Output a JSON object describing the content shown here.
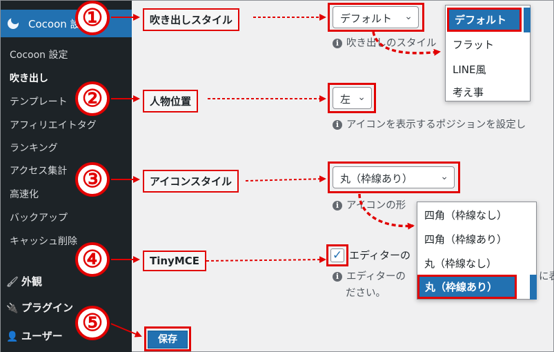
{
  "sidebar": {
    "top_label": "Cocoon 設定",
    "sub_items": [
      "Cocoon 設定",
      "吹き出し",
      "テンプレート",
      "アフィリエイトタグ",
      "ランキング",
      "アクセス集計",
      "高速化",
      "バックアップ",
      "キャッシュ削除"
    ],
    "bottom_items": [
      {
        "label": "外観",
        "icon": "paintbrush-icon"
      },
      {
        "label": "プラグイン",
        "icon": "plugin-icon"
      },
      {
        "label": "ユーザー",
        "icon": "user-icon"
      }
    ]
  },
  "settings": {
    "balloon_style": {
      "label": "吹き出しスタイル",
      "value": "デフォルト",
      "help": "吹き出しのスタイル",
      "options": [
        "デフォルト",
        "フラット",
        "LINE風",
        "考え事"
      ]
    },
    "person_position": {
      "label": "人物位置",
      "value": "左",
      "help": "アイコンを表示するポジションを設定し"
    },
    "icon_style": {
      "label": "アイコンスタイル",
      "value": "丸（枠線あり）",
      "help": "アイコンの形",
      "options": [
        "四角（枠線なし）",
        "四角（枠線あり）",
        "丸（枠線なし）",
        "丸（枠線あり）"
      ]
    },
    "tinymce": {
      "label": "TinyMCE",
      "checkbox_label": "エディターの",
      "checked": true,
      "help_line1": "エディターの",
      "help_line1_tail": "に表",
      "help_line2": "ださい。"
    },
    "save_label": "保存"
  },
  "annotations": {
    "numbers": [
      "①",
      "②",
      "③",
      "④",
      "⑤"
    ],
    "accent_color": "#e10000"
  }
}
